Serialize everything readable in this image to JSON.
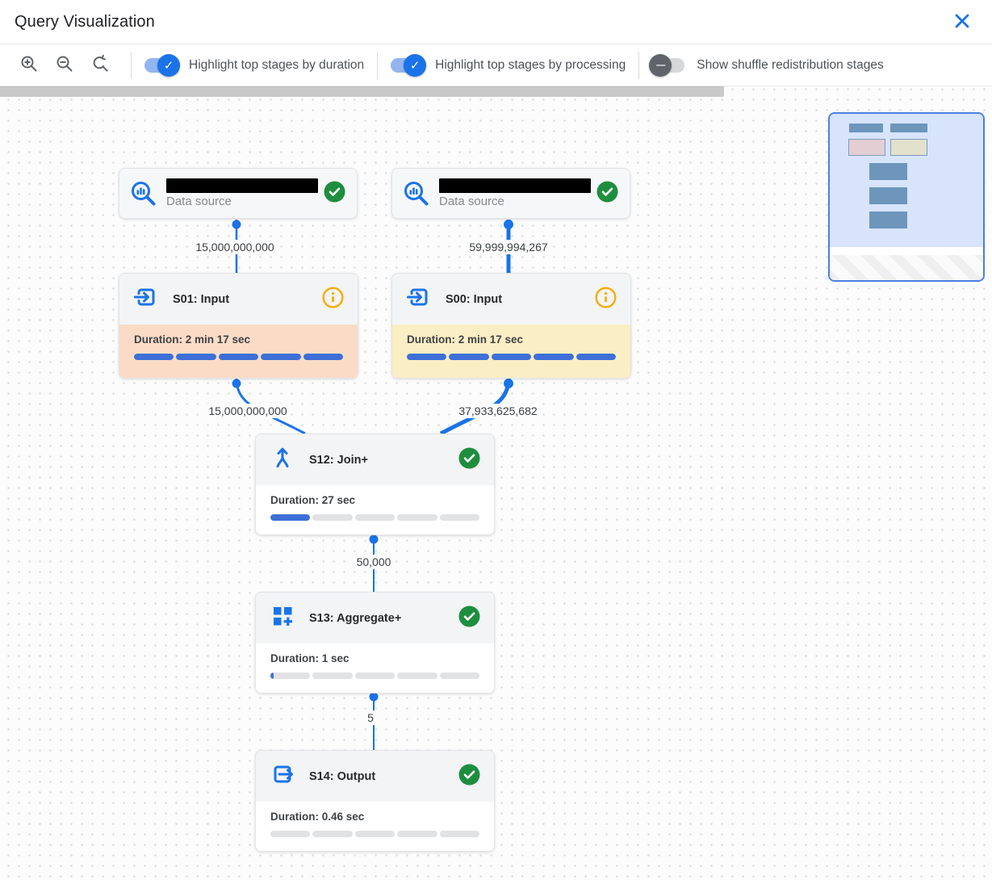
{
  "header": {
    "title": "Query Visualization"
  },
  "toolbar": {
    "zoom_controls": [
      "zoom-in",
      "zoom-out",
      "zoom-reset"
    ],
    "toggles": [
      {
        "label": "Highlight top stages by duration",
        "on": true
      },
      {
        "label": "Highlight top stages by processing",
        "on": true
      },
      {
        "label": "Show shuffle redistribution stages",
        "on": false
      }
    ]
  },
  "graph": {
    "nodes": {
      "ds1": {
        "type": "data-source",
        "label": "Data source",
        "name_redacted": true,
        "status": "completed"
      },
      "ds0": {
        "type": "data-source",
        "label": "Data source",
        "name_redacted": true,
        "status": "completed"
      },
      "s01": {
        "title": "S01: Input",
        "duration": "Duration: 2 min 17 sec",
        "status": "info",
        "highlight": "duration",
        "bar_segments": [
          100,
          100,
          100,
          100,
          100
        ]
      },
      "s00": {
        "title": "S00: Input",
        "duration": "Duration: 2 min 17 sec",
        "status": "info",
        "highlight": "processing",
        "bar_segments": [
          100,
          100,
          100,
          100,
          100
        ]
      },
      "s12": {
        "title": "S12: Join+",
        "duration": "Duration: 27 sec",
        "status": "completed",
        "highlight": "none",
        "bar_segments": [
          100,
          0,
          0,
          0,
          0
        ]
      },
      "s13": {
        "title": "S13: Aggregate+",
        "duration": "Duration: 1 sec",
        "status": "completed",
        "highlight": "none",
        "bar_segments": [
          8,
          0,
          0,
          0,
          0
        ]
      },
      "s14": {
        "title": "S14: Output",
        "duration": "Duration: 0.46 sec",
        "status": "completed",
        "highlight": "none",
        "bar_segments": [
          0,
          0,
          0,
          0,
          0
        ]
      }
    },
    "edges": [
      {
        "from": "ds1",
        "to": "s01",
        "rows": "15,000,000,000"
      },
      {
        "from": "ds0",
        "to": "s00",
        "rows": "59,999,994,267"
      },
      {
        "from": "s01",
        "to": "s12",
        "rows": "15,000,000,000"
      },
      {
        "from": "s00",
        "to": "s12",
        "rows": "37,933,625,682"
      },
      {
        "from": "s12",
        "to": "s13",
        "rows": "50,000"
      },
      {
        "from": "s13",
        "to": "s14",
        "rows": "5"
      }
    ]
  },
  "icons": {
    "close": "x",
    "zoom_in": "magnifier-plus",
    "zoom_out": "magnifier-minus",
    "zoom_reset": "magnifier-reset",
    "data_source": "bigquery-magnifier-chart",
    "input": "arrow-into-box",
    "output": "arrow-out-of-box",
    "join": "merge-arrows",
    "aggregate": "grid-plus",
    "completed": "check-circle-green",
    "info": "info-circle-orange"
  },
  "colors": {
    "accent_blue": "#1a73e8",
    "bar_blue": "#3d6fd7",
    "bar_empty": "#e0e2e3",
    "highlight_duration": "#fadbc6",
    "highlight_processing": "#faeec4",
    "status_green": "#1e8e3e",
    "status_info_orange": "#f9ab00",
    "minimap_border": "#4a80e3",
    "minimap_viewport": "#d7e4fb"
  }
}
